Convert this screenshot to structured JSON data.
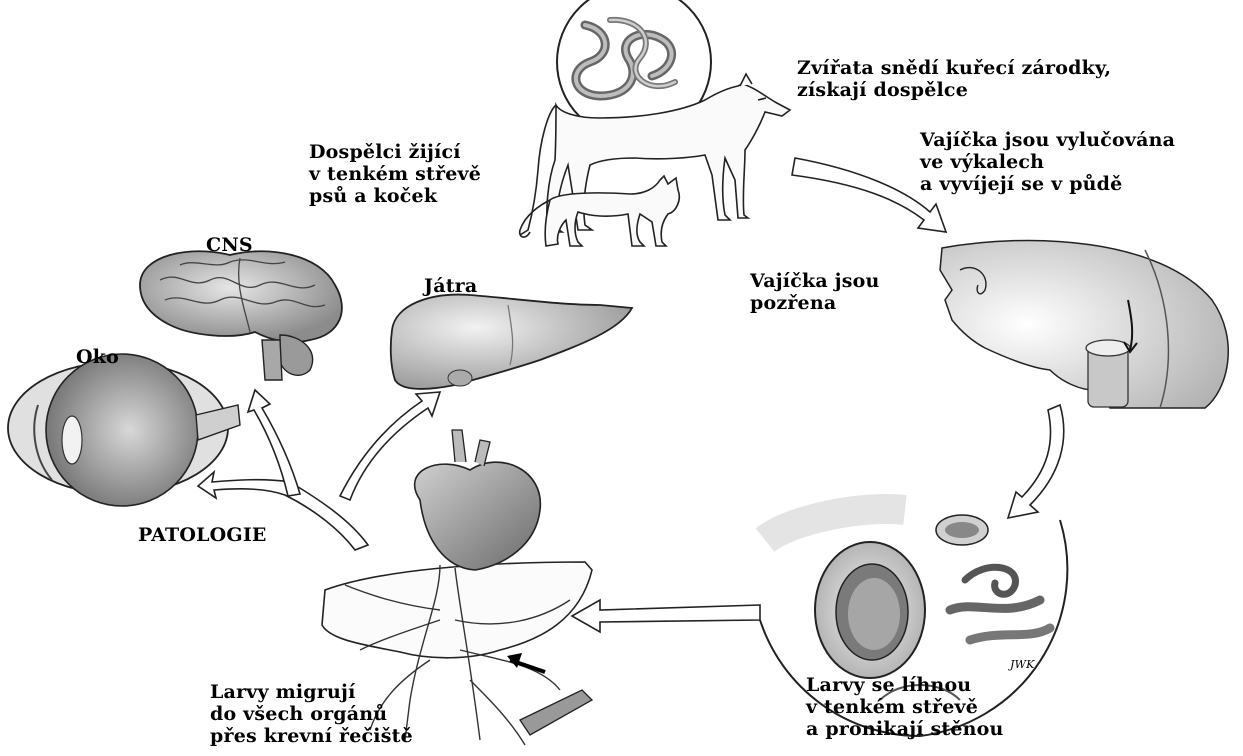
{
  "labels": {
    "adults_in_hosts": [
      "Dospělci žijící",
      "v tenkém střevě",
      "psů a koček"
    ],
    "animals_eat": [
      "Zvířata snědí kuřecí zárodky,",
      "získají dospělce"
    ],
    "eggs_excreted": [
      "Vajíčka jsou vylučována",
      "ve výkalech",
      "a vyvíjejí se v půdě"
    ],
    "eggs_ingested": [
      "Vajíčka jsou",
      "pozřena"
    ],
    "larvae_hatch": [
      "Larvy se líhnou",
      "v tenkém střevě",
      "a pronikají stěnou"
    ],
    "larvae_migrate": [
      "Larvy migrují",
      "do všech orgánů",
      "přes krevní řečiště"
    ],
    "pathology": "PATOLOGIE",
    "cns": "CNS",
    "liver": "Játra",
    "eye": "Oko",
    "artist_signature": "JWK"
  },
  "icons": [
    "roundworm-icon",
    "dog-icon",
    "cat-icon",
    "head-profile-icon",
    "intestine-cross-section-icon",
    "heart-liver-circulation-icon",
    "brain-icon",
    "liver-icon",
    "eye-icon"
  ]
}
